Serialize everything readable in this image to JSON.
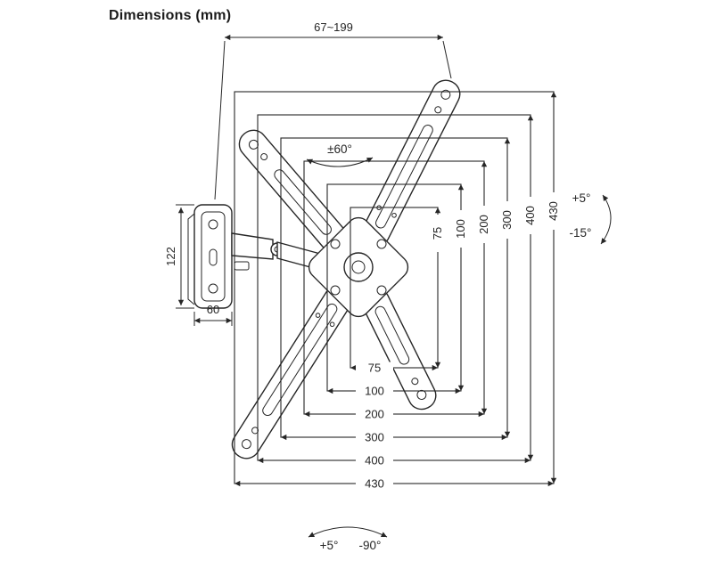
{
  "title": "Dimensions (mm)",
  "colors": {
    "line": "#262626",
    "background": "#ffffff"
  },
  "dims": {
    "extension_depth": "67~199",
    "wall_plate_height": "122",
    "wall_plate_width": "60"
  },
  "vesa": {
    "widths": [
      "75",
      "100",
      "200",
      "300",
      "400",
      "430"
    ],
    "heights": [
      "75",
      "100",
      "200",
      "300",
      "400",
      "430"
    ]
  },
  "angles": {
    "swivel": "±60°",
    "tilt_up": "+5°",
    "tilt_down": "-15°",
    "screen_rotate_left": "+5°",
    "screen_rotate_right": "-90°"
  }
}
